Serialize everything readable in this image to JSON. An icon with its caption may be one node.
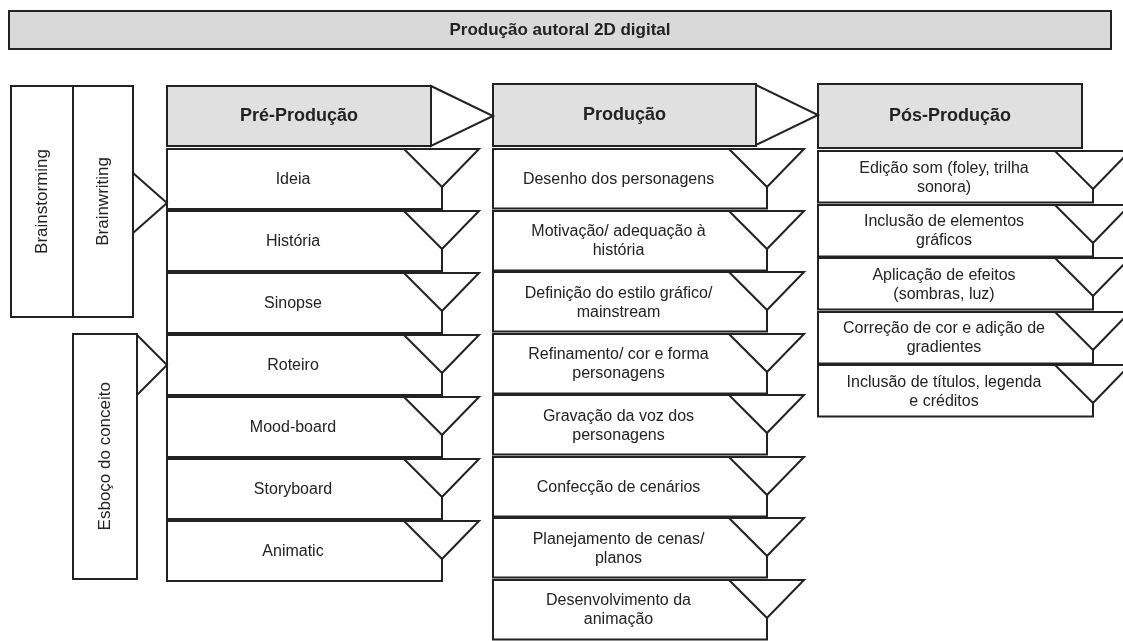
{
  "diagram": {
    "nodes": [
      {
        "text": [
          "Produção autoral 2D digital"
        ]
      },
      {
        "text": [
          "Brainstorming"
        ]
      },
      {
        "text": [
          "Brainwriting"
        ]
      },
      {
        "text": [
          "Esboço do conceito"
        ]
      },
      {
        "text": [
          "Pré-Produção"
        ]
      },
      {
        "text": [
          "Ideia"
        ]
      },
      {
        "text": [
          "História"
        ]
      },
      {
        "text": [
          "Sinopse"
        ]
      },
      {
        "text": [
          "Roteiro"
        ]
      },
      {
        "text": [
          "Mood-board"
        ]
      },
      {
        "text": [
          "Storyboard"
        ]
      },
      {
        "text": [
          "Animatic"
        ]
      },
      {
        "text": [
          "Produção"
        ]
      },
      {
        "text": [
          "Desenho dos personagens"
        ]
      },
      {
        "text": [
          "Motivação/ adequação à história"
        ]
      },
      {
        "text": [
          "Definição do estilo gráfico/ mainstream"
        ]
      },
      {
        "text": [
          "Refinamento/ cor e forma personagens"
        ]
      },
      {
        "text": [
          "Gravação da voz dos personagens"
        ]
      },
      {
        "text": [
          "Confecção de cenários"
        ]
      },
      {
        "text": [
          "Planejamento de cenas/ planos"
        ]
      },
      {
        "text": [
          "Desenvolvimento da animação"
        ]
      },
      {
        "text": [
          "Pós-Produção"
        ]
      },
      {
        "text": [
          "Edição som (foley, trilha sonora)"
        ]
      },
      {
        "text": [
          "Inclusão de elementos gráficos"
        ]
      },
      {
        "text": [
          "Aplicação de efeitos (sombras, luz)"
        ]
      },
      {
        "text": [
          "Correção de cor e adição de gradientes"
        ]
      },
      {
        "text": [
          "Inclusão de títulos, legenda e créditos"
        ]
      }
    ],
    "edges": [
      {
        "from": 2,
        "to": 5,
        "arrow": "to"
      },
      {
        "from": 3,
        "to": 8,
        "arrow": "to"
      },
      {
        "from": 4,
        "to": 12,
        "arrow": "to"
      },
      {
        "from": 12,
        "to": 21,
        "arrow": "to"
      }
    ]
  }
}
